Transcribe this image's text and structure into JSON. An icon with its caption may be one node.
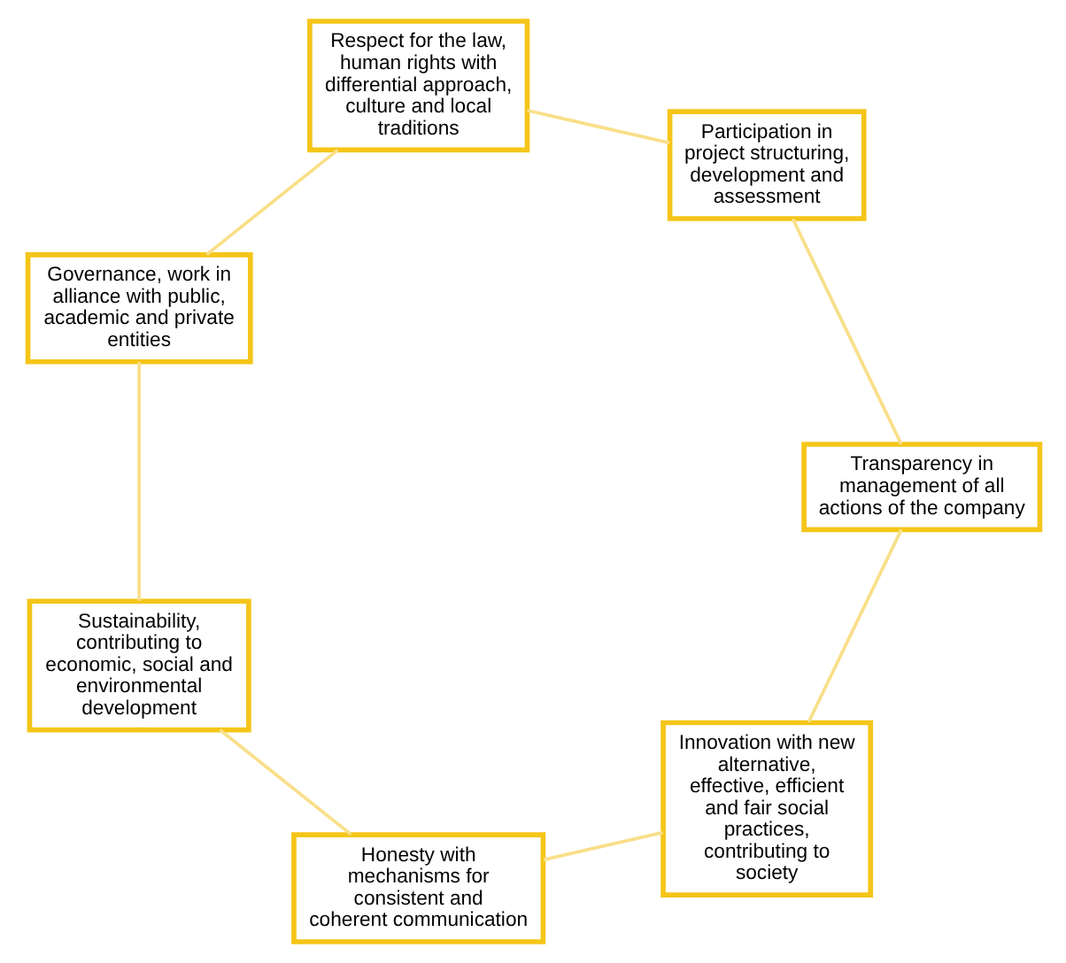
{
  "diagram": {
    "nodes": [
      {
        "text": [
          "Innovation with new alternative, effective, efficient and fair social practices, contributing to society"
        ]
      },
      {
        "text": [
          "Transparency in management of all actions of the company"
        ]
      },
      {
        "text": [
          "Honesty with mechanisms for consistent and coherent communication"
        ]
      },
      {
        "text": [
          "Participation in project structuring, development and assessment"
        ]
      },
      {
        "text": [
          "Sustainability, contributing to economic, social and environmental development"
        ]
      },
      {
        "text": [
          "Respect for the law, human rights with differential approach, culture and local traditions"
        ]
      },
      {
        "text": [
          "Governance, work in alliance with public, academic and private entities"
        ]
      }
    ],
    "edges": [
      {
        "from": 0,
        "to": 2,
        "arrow": "none"
      },
      {
        "from": 2,
        "to": 4,
        "arrow": "none"
      },
      {
        "from": 4,
        "to": 6,
        "arrow": "none"
      },
      {
        "from": 6,
        "to": 5,
        "arrow": "none"
      },
      {
        "from": 5,
        "to": 3,
        "arrow": "none"
      },
      {
        "from": 3,
        "to": 1,
        "arrow": "none"
      },
      {
        "from": 1,
        "to": 0,
        "arrow": "none"
      }
    ]
  }
}
